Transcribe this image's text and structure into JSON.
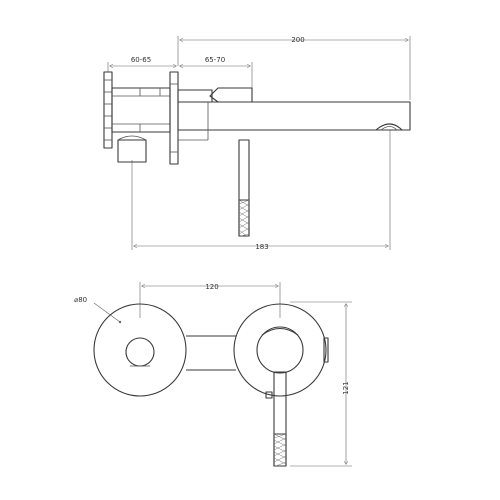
{
  "side_view": {
    "dim_total_depth": "200",
    "dim_wall_depth": "60-65",
    "dim_cover_depth": "65-70",
    "dim_spout_reach": "183"
  },
  "front_view": {
    "dim_diameter": "⌀80",
    "dim_center_distance": "120",
    "dim_height": "121"
  }
}
